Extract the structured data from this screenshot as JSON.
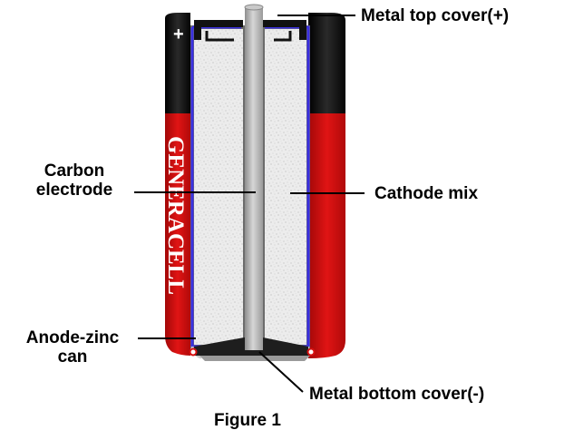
{
  "labels": {
    "top_cover": "Metal top cover(+)",
    "carbon_line1": "Carbon",
    "carbon_line2": "electrode",
    "cathode": "Cathode mix",
    "anode_line1": "Anode-zinc",
    "anode_line2": "can",
    "bottom_cover": "Metal bottom cover(-)",
    "figure": "Figure 1"
  },
  "battery": {
    "brand": "GENERACELL",
    "top_terminal_mark": "+"
  },
  "colors": {
    "shell_black": "#0d0d0d",
    "shell_red": "#d81010",
    "zinc_lining": "#3a2fe0",
    "electrode_gray": "#b8b8b8",
    "cathode_fill": "#e8e8e8",
    "leader_line": "#000000"
  }
}
